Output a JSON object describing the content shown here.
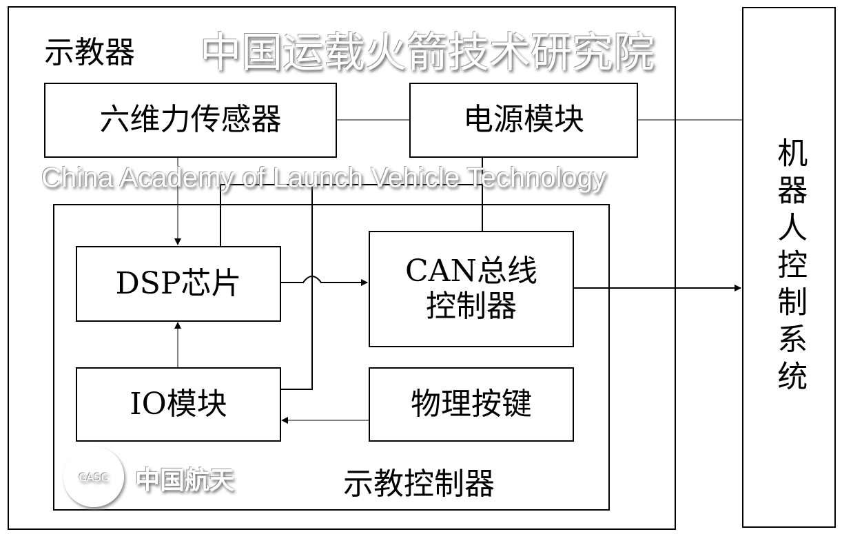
{
  "teach_pendant": {
    "title": "示教器"
  },
  "sensor": {
    "label": "六维力传感器"
  },
  "power": {
    "label": "电源模块"
  },
  "robot_control": {
    "label": "机器人控制系统"
  },
  "teach_controller": {
    "title": "示教控制器",
    "dsp": "DSP芯片",
    "can_line1": "CAN总线",
    "can_line2": "控制器",
    "io": "IO模块",
    "keys": "物理按键"
  },
  "watermark": {
    "cn": "中国运载火箭技术研究院",
    "en": "China Academy of Launch Vehicle Technology",
    "brand": "中国航天",
    "logo": "CASC"
  }
}
